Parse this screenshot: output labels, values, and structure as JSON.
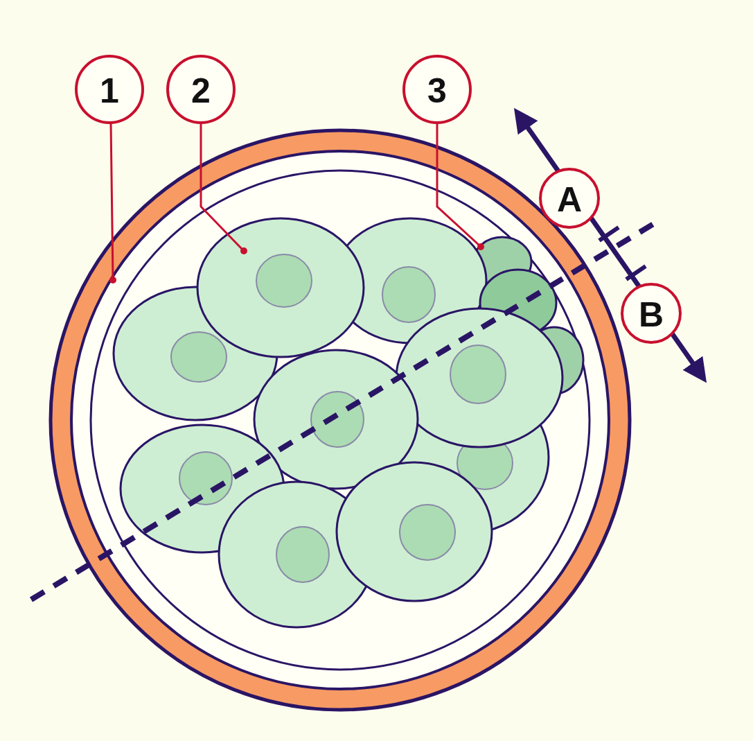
{
  "diagram": {
    "labels": [
      "1",
      "2",
      "3",
      "A",
      "B"
    ]
  }
}
